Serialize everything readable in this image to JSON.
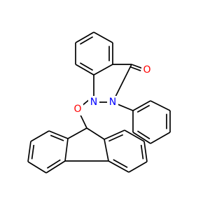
{
  "molecule": {
    "bond_color": "#000000",
    "atoms": [
      {
        "id": "O1",
        "label": "O",
        "color": "#ff0000"
      },
      {
        "id": "N1",
        "label": "N",
        "color": "#0000ff"
      },
      {
        "id": "N2",
        "label": "N",
        "color": "#0000ff"
      },
      {
        "id": "O2",
        "label": "O",
        "color": "#ff0000"
      }
    ]
  }
}
